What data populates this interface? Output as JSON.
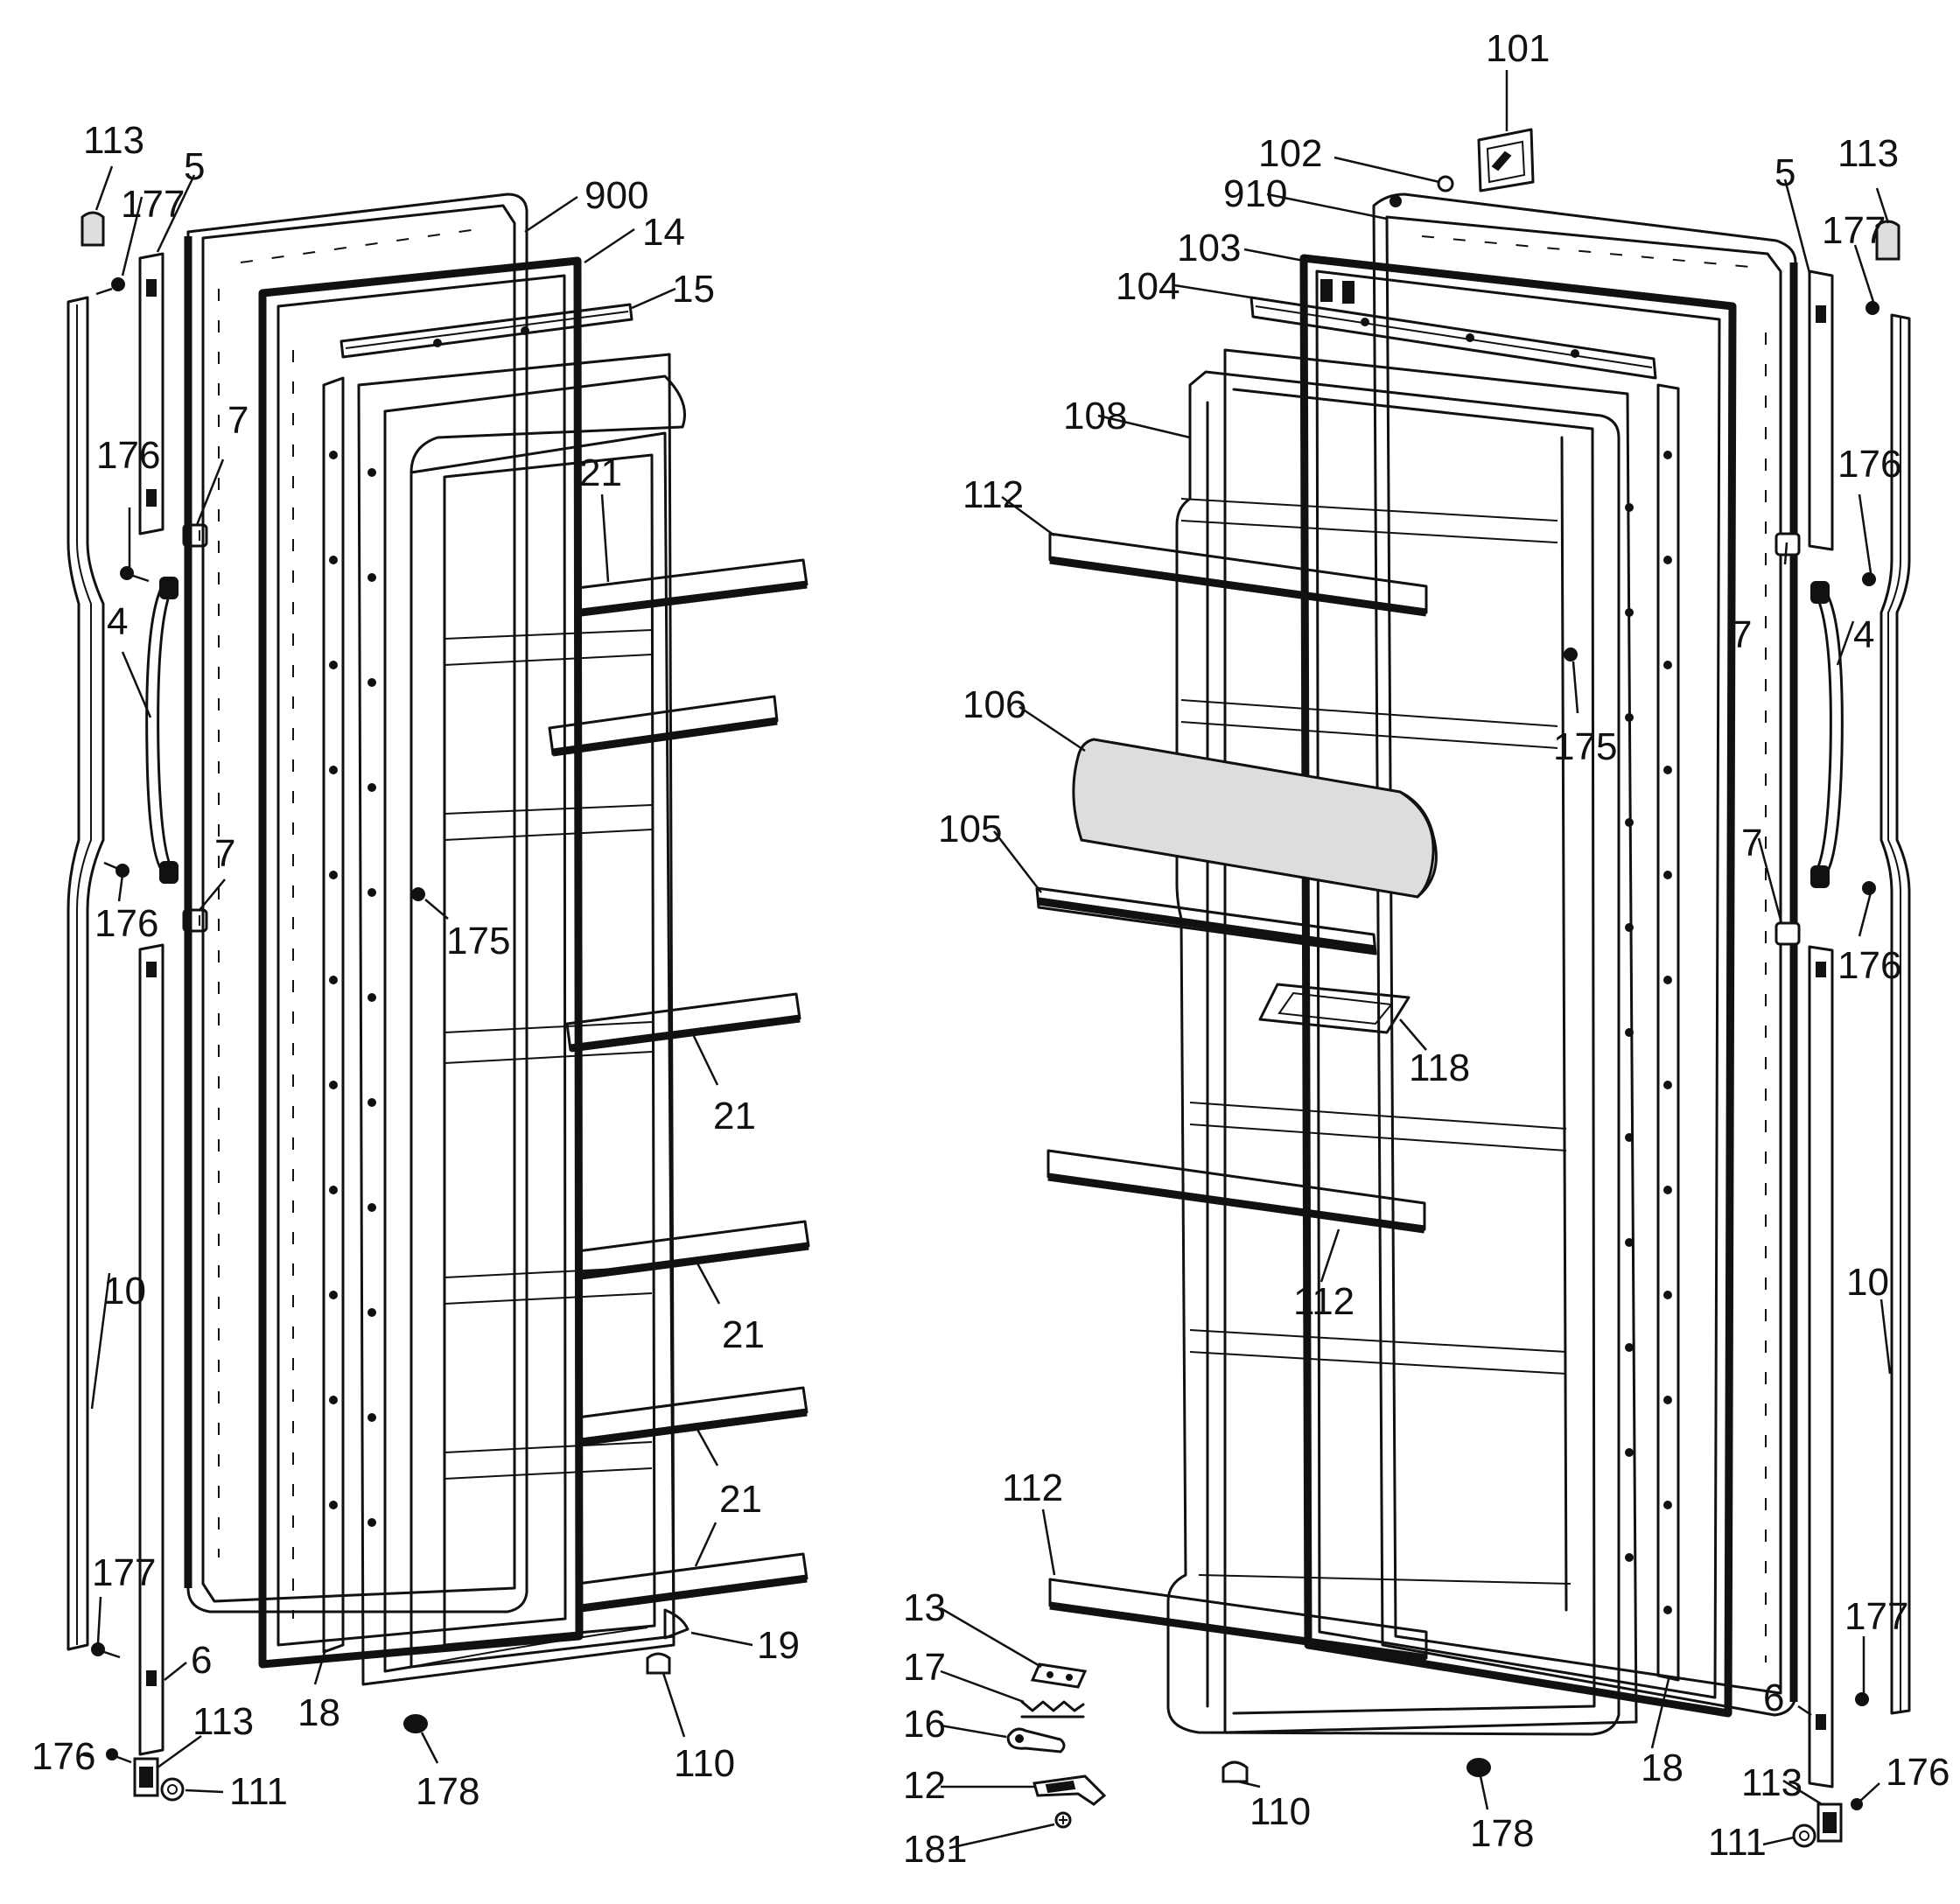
{
  "left_door_callouts": [
    {
      "id": "113",
      "label": "113"
    },
    {
      "id": "177",
      "label": "177"
    },
    {
      "id": "5",
      "label": "5"
    },
    {
      "id": "900",
      "label": "900"
    },
    {
      "id": "14",
      "label": "14"
    },
    {
      "id": "15",
      "label": "15"
    },
    {
      "id": "176",
      "label": "176"
    },
    {
      "id": "7",
      "label": "7"
    },
    {
      "id": "21",
      "label": "21"
    },
    {
      "id": "4",
      "label": "4"
    },
    {
      "id": "7b",
      "label": "7"
    },
    {
      "id": "176b",
      "label": "176"
    },
    {
      "id": "175",
      "label": "175"
    },
    {
      "id": "21b",
      "label": "21"
    },
    {
      "id": "10",
      "label": "10"
    },
    {
      "id": "21c",
      "label": "21"
    },
    {
      "id": "21d",
      "label": "21"
    },
    {
      "id": "177b",
      "label": "177"
    },
    {
      "id": "6",
      "label": "6"
    },
    {
      "id": "19",
      "label": "19"
    },
    {
      "id": "18",
      "label": "18"
    },
    {
      "id": "110",
      "label": "110"
    },
    {
      "id": "113b",
      "label": "113"
    },
    {
      "id": "176c",
      "label": "176"
    },
    {
      "id": "178",
      "label": "178"
    },
    {
      "id": "111",
      "label": "111"
    }
  ],
  "right_door_callouts": [
    {
      "id": "101",
      "label": "101"
    },
    {
      "id": "102",
      "label": "102"
    },
    {
      "id": "910",
      "label": "910"
    },
    {
      "id": "103",
      "label": "103"
    },
    {
      "id": "104",
      "label": "104"
    },
    {
      "id": "5",
      "label": "5"
    },
    {
      "id": "113",
      "label": "113"
    },
    {
      "id": "177",
      "label": "177"
    },
    {
      "id": "108",
      "label": "108"
    },
    {
      "id": "112",
      "label": "112"
    },
    {
      "id": "176",
      "label": "176"
    },
    {
      "id": "7",
      "label": "7"
    },
    {
      "id": "4",
      "label": "4"
    },
    {
      "id": "175",
      "label": "175"
    },
    {
      "id": "106",
      "label": "106"
    },
    {
      "id": "105",
      "label": "105"
    },
    {
      "id": "7b",
      "label": "7"
    },
    {
      "id": "176b",
      "label": "176"
    },
    {
      "id": "118",
      "label": "118"
    },
    {
      "id": "112b",
      "label": "112"
    },
    {
      "id": "10",
      "label": "10"
    },
    {
      "id": "112c",
      "label": "112"
    },
    {
      "id": "177b",
      "label": "177"
    },
    {
      "id": "13",
      "label": "13"
    },
    {
      "id": "17",
      "label": "17"
    },
    {
      "id": "6",
      "label": "6"
    },
    {
      "id": "16",
      "label": "16"
    },
    {
      "id": "18",
      "label": "18"
    },
    {
      "id": "176c",
      "label": "176"
    },
    {
      "id": "113b",
      "label": "113"
    },
    {
      "id": "12",
      "label": "12"
    },
    {
      "id": "110",
      "label": "110"
    },
    {
      "id": "178",
      "label": "178"
    },
    {
      "id": "111",
      "label": "111"
    },
    {
      "id": "181",
      "label": "181"
    }
  ]
}
